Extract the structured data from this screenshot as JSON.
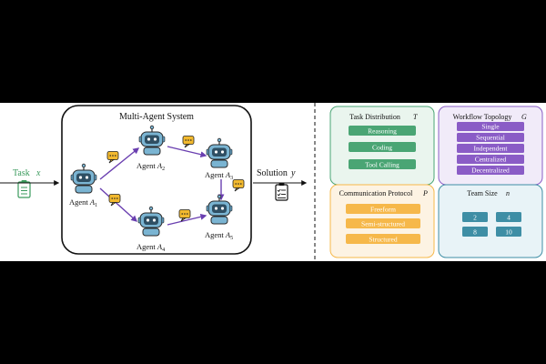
{
  "left": {
    "task_label": "Task",
    "task_var": "x",
    "solution_label": "Solution",
    "solution_var": "y",
    "system_title": "Multi-Agent System",
    "agents": [
      {
        "name": "Agent",
        "sub": "1"
      },
      {
        "name": "Agent",
        "sub": "2"
      },
      {
        "name": "Agent",
        "sub": "3"
      },
      {
        "name": "Agent",
        "sub": "4"
      },
      {
        "name": "Agent",
        "sub": "5"
      }
    ]
  },
  "panels": {
    "task_distribution": {
      "title": "Task Distribution",
      "var": "T",
      "items": [
        "Reasoning",
        "Coding",
        "Tool Calling"
      ]
    },
    "workflow_topology": {
      "title": "Workflow Topology",
      "var": "G",
      "items": [
        "Single",
        "Sequential",
        "Independent",
        "Centralized",
        "Decentralized"
      ]
    },
    "communication_protocol": {
      "title": "Communication Protocol",
      "var": "P",
      "items": [
        "Freeform",
        "Semi-structured",
        "Structured"
      ]
    },
    "team_size": {
      "title": "Team Size",
      "var": "n",
      "items": [
        "2",
        "4",
        "8",
        "10"
      ]
    }
  },
  "colors": {
    "green": "#4aa574",
    "purple": "#8a5cc6",
    "orange": "#f6b84a",
    "teal": "#3e8ea5",
    "arrow": "#6a3fb0",
    "robot": "#7ab4d2",
    "chat": "#f2b92e"
  }
}
